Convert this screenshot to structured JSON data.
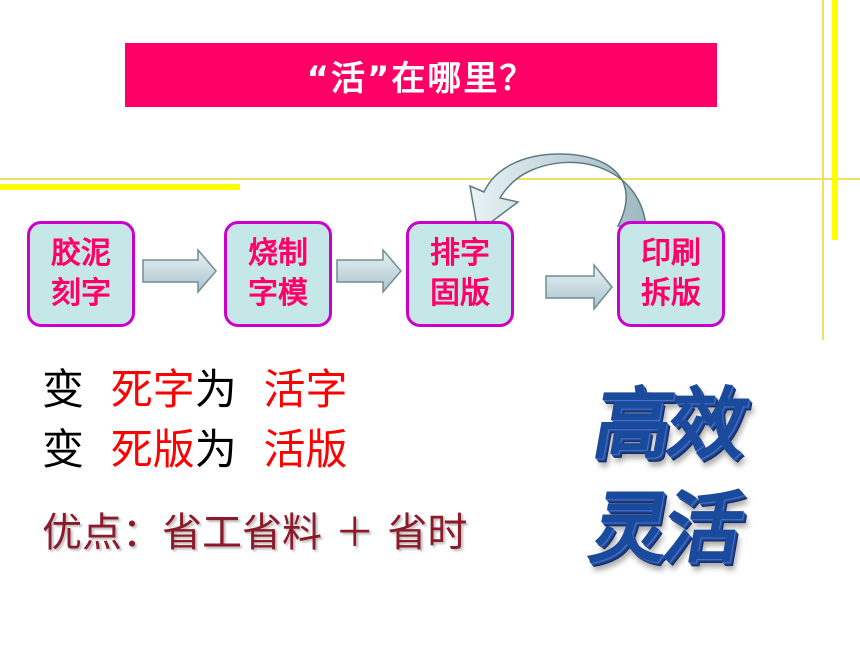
{
  "title": "“活”在哪里？",
  "steps": [
    {
      "line1": "胶泥",
      "line2": "刻字"
    },
    {
      "line1": "烧制",
      "line2": "字模"
    },
    {
      "line1": "排字",
      "line2": "固版"
    },
    {
      "line1": "印刷",
      "line2": "拆版"
    }
  ],
  "changes": [
    {
      "verb": "变",
      "from": "死字",
      "to_word": "为",
      "result": "活字"
    },
    {
      "verb": "变",
      "from": "死版",
      "to_word": "为",
      "result": "活版"
    }
  ],
  "advantages": "优点：省工省料 ＋ 省时",
  "wordart": {
    "line1": "高效",
    "line2": "灵活"
  },
  "colors": {
    "title_bg": "#ff0066",
    "box_fill": "#c6e7e8",
    "box_border": "#cc00cc",
    "box_text": "#ff0066",
    "accent_yellow": "#ffff00",
    "wordart_blue": "#1a4a9c"
  }
}
